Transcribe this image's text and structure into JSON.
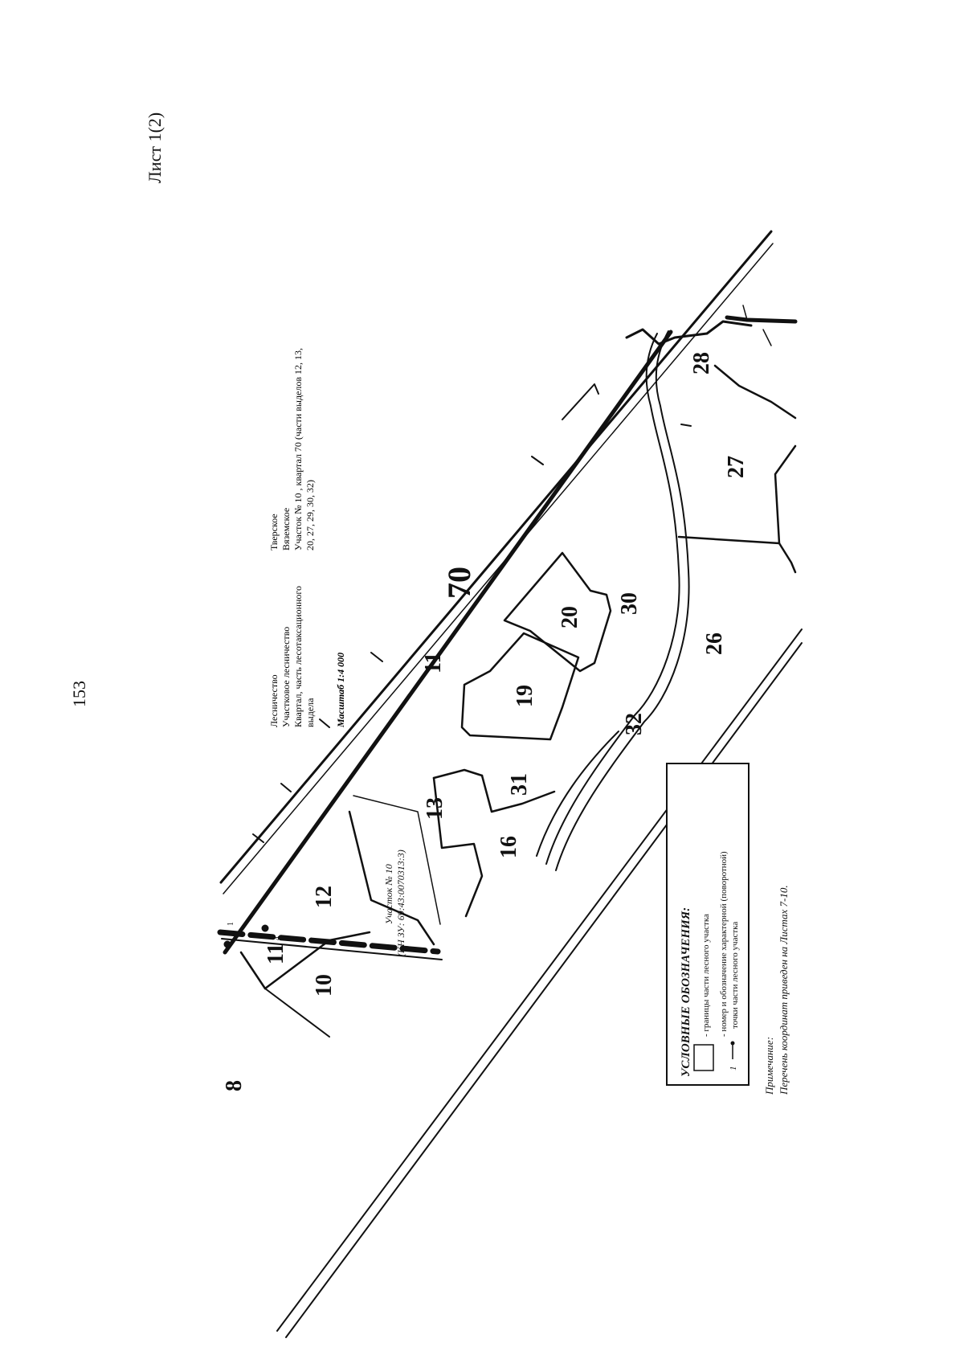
{
  "page": {
    "page_number": "153",
    "sheet": "Лист 1(2)"
  },
  "header": {
    "left_lines": [
      "Лесничество",
      "Участковое лесничество",
      "Квартал, часть лесотаксационного",
      "выдела"
    ],
    "right_lines": [
      "Тверское",
      "Вяземское",
      "Участок № 10 , квартал 70 (части выделов 12, 13,",
      "20, 27, 29, 30, 32)"
    ],
    "scale": "Масштаб 1:4 000"
  },
  "map": {
    "quarter_numbers": [
      "70",
      "8"
    ],
    "lot_numbers": [
      "11",
      "12",
      "13",
      "16",
      "19",
      "20",
      "26",
      "27",
      "28",
      "30",
      "31",
      "32",
      "10",
      "11"
    ],
    "plot_label_line1": "Участок № 10",
    "plot_label_line2": "(КН ЗУ: 69:43:0070313:3)",
    "point_labels": [
      "1",
      "4"
    ],
    "colors": {
      "ink": "#111111",
      "background": "#ffffff"
    }
  },
  "legend": {
    "title": "УСЛОВНЫЕ ОБОЗНАЧЕНИЯ:",
    "item1": "- границы части лесного участка",
    "item2_line1": "- номер и обозначение характерной (поворотной)",
    "item2_line2": "точки части лесного участка",
    "point_symbol_label": "1",
    "icons": [
      "boundary-box-icon",
      "point-marker-icon"
    ]
  },
  "note": {
    "title": "Примечание:",
    "text": "Перечень координат приведен на Листах 7-10."
  }
}
